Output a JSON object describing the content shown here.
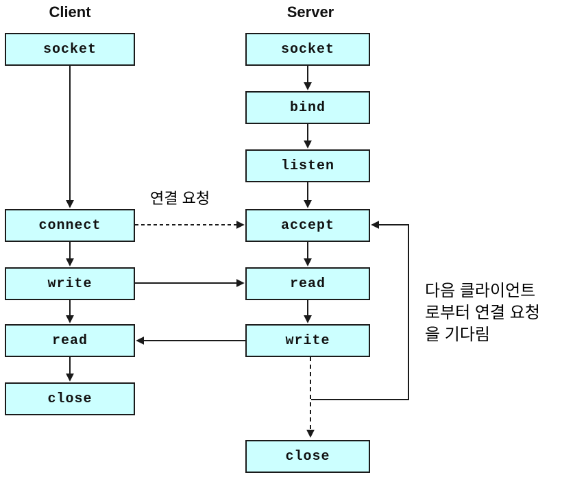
{
  "colors": {
    "box_fill": "#ccffff",
    "box_border": "#1a1a1a",
    "line": "#1a1a1a"
  },
  "client": {
    "title": "Client",
    "steps": {
      "socket": "socket",
      "connect": "connect",
      "write": "write",
      "read": "read",
      "close": "close"
    }
  },
  "server": {
    "title": "Server",
    "steps": {
      "socket": "socket",
      "bind": "bind",
      "listen": "listen",
      "accept": "accept",
      "read": "read",
      "write": "write",
      "close": "close"
    }
  },
  "annotations": {
    "connection_request": "연결 요청",
    "wait_next_client": "다음 클라이언트\n로부터 연결 요청\n을 기다림"
  }
}
